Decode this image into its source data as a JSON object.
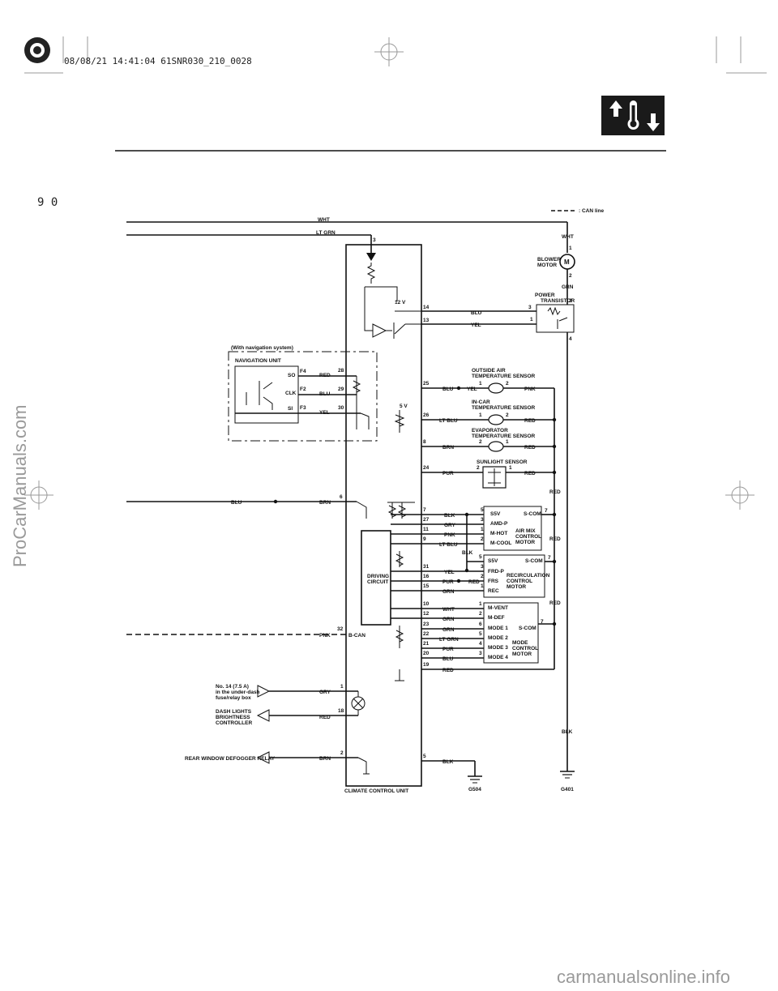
{
  "header": {
    "stamp": "08/08/21 14:41:04 61SNR030_210_0028",
    "page_number": "9 0"
  },
  "legend": {
    "can_line": ": CAN line"
  },
  "watermark": {
    "side": "ProCarManuals.com",
    "footer": "carmanualsonline.info"
  },
  "unit": {
    "name": "CLIMATE CONTROL UNIT",
    "driving_circuit": [
      "DRIVING",
      "CIRCUIT"
    ],
    "v12": "12 V",
    "v5": "5 V",
    "bcan": "B-CAN"
  },
  "left_wires": {
    "wht": "WHT",
    "lt_grn": "LT GRN",
    "blu": "BLU",
    "brn": "BRN",
    "pnk": "PNK",
    "gry": "GRY",
    "red": "RED",
    "brn2": "BRN"
  },
  "navigation": {
    "title": "(With navigation system)",
    "unit": "NAVIGATION UNIT",
    "signals": [
      "SO",
      "CLK",
      "SI"
    ],
    "pins": [
      "F4",
      "F2",
      "F3"
    ],
    "wires": [
      "RED",
      "BLU",
      "YEL"
    ],
    "terminals": [
      "28",
      "29",
      "30"
    ]
  },
  "left_devices": {
    "fuse": [
      "No. 14 (7.5 A)",
      "in the under-dash",
      "fuse/relay box"
    ],
    "dash": [
      "DASH LIGHTS",
      "BRIGHTNESS",
      "CONTROLLER"
    ],
    "defogger": "REAR WINDOW DEFOGGER RELAY"
  },
  "pins_left": {
    "p3": "3",
    "p6": "6",
    "p32": "32",
    "p1": "1",
    "p18": "18",
    "p2": "2"
  },
  "blower": {
    "label": [
      "BLOWER",
      "MOTOR"
    ],
    "top_wire": "WHT",
    "bottom_wire": "GRN",
    "pin1": "1",
    "pin2": "2",
    "symbol": "M"
  },
  "transistor": {
    "label": [
      "POWER",
      "TRANSISTOR"
    ],
    "pins": [
      "3",
      "1",
      "4",
      "2"
    ],
    "wire_14": "BLU",
    "wire_13": "YEL",
    "term_14": "14",
    "term_13": "13"
  },
  "sensors": [
    {
      "name": [
        "OUTSIDE AIR",
        "TEMPERATURE SENSOR"
      ],
      "term": "25",
      "wire_in": "BLU",
      "wire_mid": "YEL",
      "wire_out": "PNK",
      "pin_a": "1",
      "pin_b": "2"
    },
    {
      "name": [
        "IN-CAR",
        "TEMPERATURE SENSOR"
      ],
      "term": "26",
      "wire_in": "LT BLU",
      "wire_out": "RED",
      "pin_a": "1",
      "pin_b": "2"
    },
    {
      "name": [
        "EVAPORATOR",
        "TEMPERATURE SENSOR"
      ],
      "term": "8",
      "wire_in": "BRN",
      "wire_out": "RED",
      "pin_a": "2",
      "pin_b": "1"
    },
    {
      "name": [
        "SUNLIGHT SENSOR"
      ],
      "term": "24",
      "wire_in": "PUR",
      "wire_out": "RED",
      "pin_a": "2",
      "pin_b": "1"
    }
  ],
  "airmix": {
    "label": [
      "AIR MIX",
      "CONTROL",
      "MOTOR"
    ],
    "rows": [
      {
        "term": "7",
        "wire": "BLK",
        "pin": "5",
        "sig": "S5V"
      },
      {
        "term": "27",
        "wire": "GRY",
        "pin": "3",
        "sig": "AMD-P"
      },
      {
        "term": "11",
        "wire": "PNK",
        "pin": "1",
        "sig": "M-HOT"
      },
      {
        "term": "9",
        "wire": "LT BLU",
        "pin": "2",
        "sig": "M-COOL"
      }
    ],
    "scom": "S-COM",
    "scom_pin": "7",
    "blk": "BLK"
  },
  "recirc": {
    "label": [
      "RECIRCULATION",
      "CONTROL",
      "MOTOR"
    ],
    "rows": [
      {
        "term": "",
        "wire": "",
        "pin": "5",
        "sig": "S5V"
      },
      {
        "term": "31",
        "wire": "YEL",
        "pin": "3",
        "sig": "FRD-P"
      },
      {
        "term": "16",
        "wire": "PUR",
        "pin": "2",
        "sig": "FRS"
      },
      {
        "term": "15",
        "wire": "GRN",
        "pin": "1",
        "sig": "REC"
      }
    ],
    "scom": "S-COM",
    "scom_pin": "7",
    "red": "RED"
  },
  "mode": {
    "label": [
      "MODE",
      "CONTROL",
      "MOTOR"
    ],
    "rows": [
      {
        "term": "10",
        "wire": "WHT",
        "pin": "1",
        "sig": "M-VENT"
      },
      {
        "term": "12",
        "wire": "GRN",
        "pin": "2",
        "sig": "M-DEF"
      },
      {
        "term": "23",
        "wire": "GRN",
        "pin": "6",
        "sig": "MODE 1"
      },
      {
        "term": "22",
        "wire": "LT GRN",
        "pin": "5",
        "sig": "MODE 2"
      },
      {
        "term": "21",
        "wire": "PUR",
        "pin": "4",
        "sig": "MODE 3"
      },
      {
        "term": "20",
        "wire": "BLU",
        "pin": "3",
        "sig": "MODE 4"
      }
    ],
    "scom": "S-COM",
    "scom_pin": "7"
  },
  "right_bus": {
    "red_labels": [
      "RED",
      "RED",
      "RED"
    ],
    "blk": "BLK"
  },
  "bottom": {
    "term19": "19",
    "wire19": "RED",
    "term5": "5",
    "wire5": "BLK",
    "g504": "G504",
    "g401": "G401"
  }
}
